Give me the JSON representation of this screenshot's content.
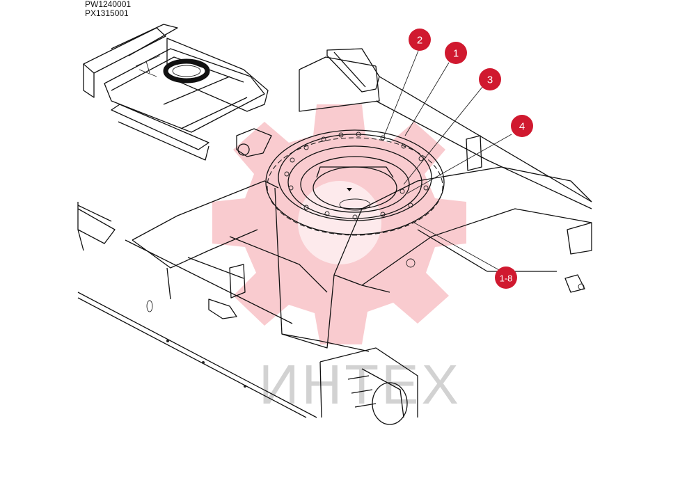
{
  "document": {
    "codes": [
      "PW1240001",
      "PX1315001"
    ]
  },
  "callouts": [
    {
      "label": "2",
      "color": "#d0192f"
    },
    {
      "label": "1",
      "color": "#d0192f"
    },
    {
      "label": "3",
      "color": "#d0192f"
    },
    {
      "label": "4",
      "color": "#d0192f"
    },
    {
      "label": "1-8",
      "color": "#d0192f"
    }
  ],
  "watermark": {
    "text": "ИНТЕХ",
    "color": "#f4a0a8"
  }
}
